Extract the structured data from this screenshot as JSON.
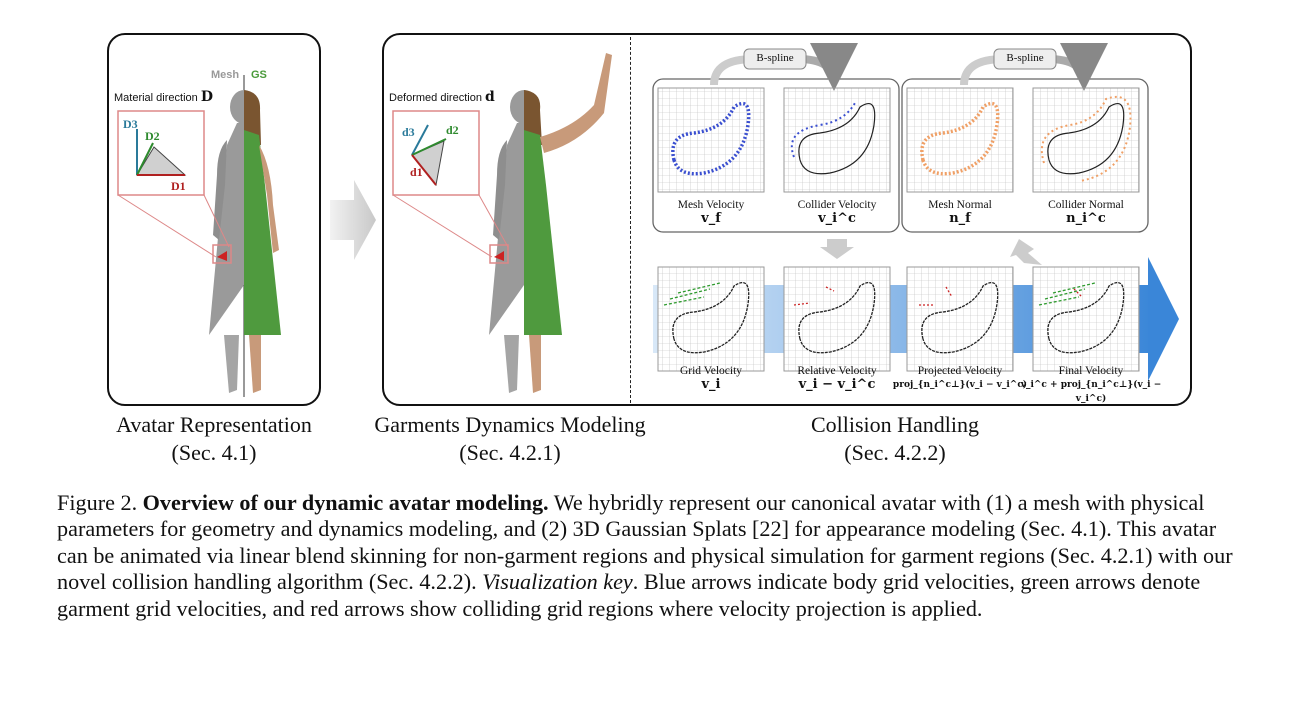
{
  "figure": {
    "titles": {
      "avatar": "Avatar Representation",
      "avatar_sec": "(Sec. 4.1)",
      "garments": "Garments Dynamics Modeling",
      "garments_sec": "(Sec. 4.2.1)",
      "collision": "Collision Handling",
      "collision_sec": "(Sec. 4.2.2)"
    },
    "panel1": {
      "mesh_label": "Mesh",
      "gs_label": "GS",
      "material_direction": "Material direction",
      "material_symbol": "D",
      "axes": [
        "D3",
        "D2",
        "D1"
      ]
    },
    "panel2": {
      "deformed_direction": "Deformed direction",
      "deformed_symbol": "d",
      "axes": [
        "d3",
        "d2",
        "d1"
      ]
    },
    "bspline_label": "B-spline",
    "top_cells": [
      {
        "name": "Mesh Velocity",
        "math": "v_f"
      },
      {
        "name": "Collider Velocity",
        "math": "v_i^c"
      },
      {
        "name": "Mesh Normal",
        "math": "n_f"
      },
      {
        "name": "Collider Normal",
        "math": "n_i^c"
      }
    ],
    "bottom_cells": [
      {
        "name": "Grid Velocity",
        "math": "v_i"
      },
      {
        "name": "Relative Velocity",
        "math": "v_i − v_i^c"
      },
      {
        "name": "Projected Velocity",
        "math": "proj_{n_i^c⊥}(v_i − v_i^c)"
      },
      {
        "name": "Final Velocity",
        "math": "v_i^c + proj_{n_i^c⊥}(v_i − v_i^c)"
      }
    ],
    "colors": {
      "blue_arrow": "#3a4fd0",
      "orange_arrow": "#f0a066",
      "green_arrow": "#2e9a2e",
      "red_arrow": "#cc2222",
      "flow_arrow": "#4a8fd8",
      "dress_green": "#4f9a3e",
      "mesh_gray": "#9a9a9a"
    }
  },
  "caption": {
    "label": "Figure 2.",
    "bold": "Overview of our dynamic avatar modeling.",
    "text1": " We hybridly represent our canonical avatar with (1) a mesh with physical parameters for geometry and dynamics modeling, and (2) 3D Gaussian Splats [22] for appearance modeling (Sec. 4.1). This avatar can be animated via linear blend skinning for non-garment regions and physical simulation for garment regions (Sec. 4.2.1) with our novel collision handling algorithm (Sec. 4.2.2). ",
    "italic": "Visualization key",
    "text2": ". Blue arrows indicate body grid velocities, green arrows denote garment grid velocities, and red arrows show colliding grid regions where velocity projection is applied."
  }
}
